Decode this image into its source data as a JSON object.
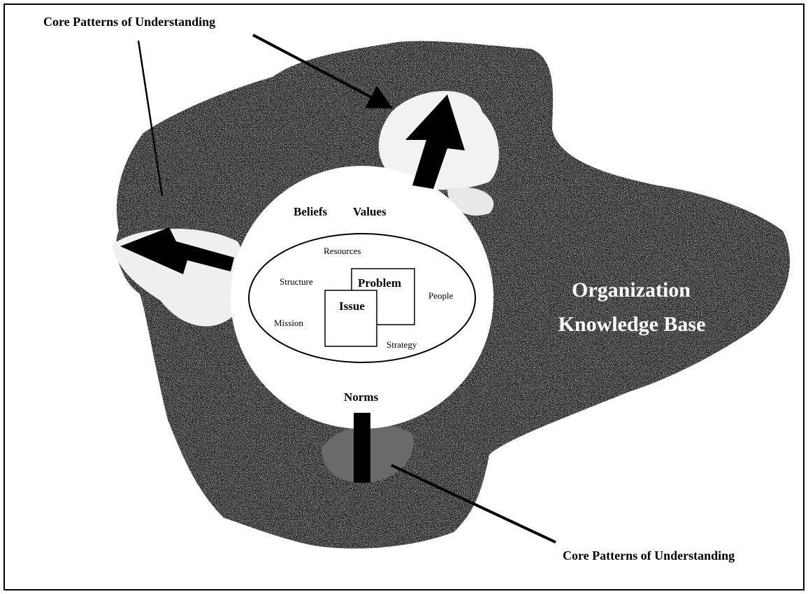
{
  "callouts": {
    "top_left": "Core Patterns of Understanding",
    "bottom_right": "Core Patterns of Understanding"
  },
  "knowledge_base": {
    "title_line1": "Organization",
    "title_line2": "Knowledge Base"
  },
  "outer_circle": {
    "beliefs": "Beliefs",
    "values": "Values",
    "norms": "Norms"
  },
  "inner_ellipse": {
    "resources": "Resources",
    "structure": "Structure",
    "people": "People",
    "mission": "Mission",
    "strategy": "Strategy"
  },
  "boxes": {
    "problem": "Problem",
    "issue": "Issue"
  }
}
